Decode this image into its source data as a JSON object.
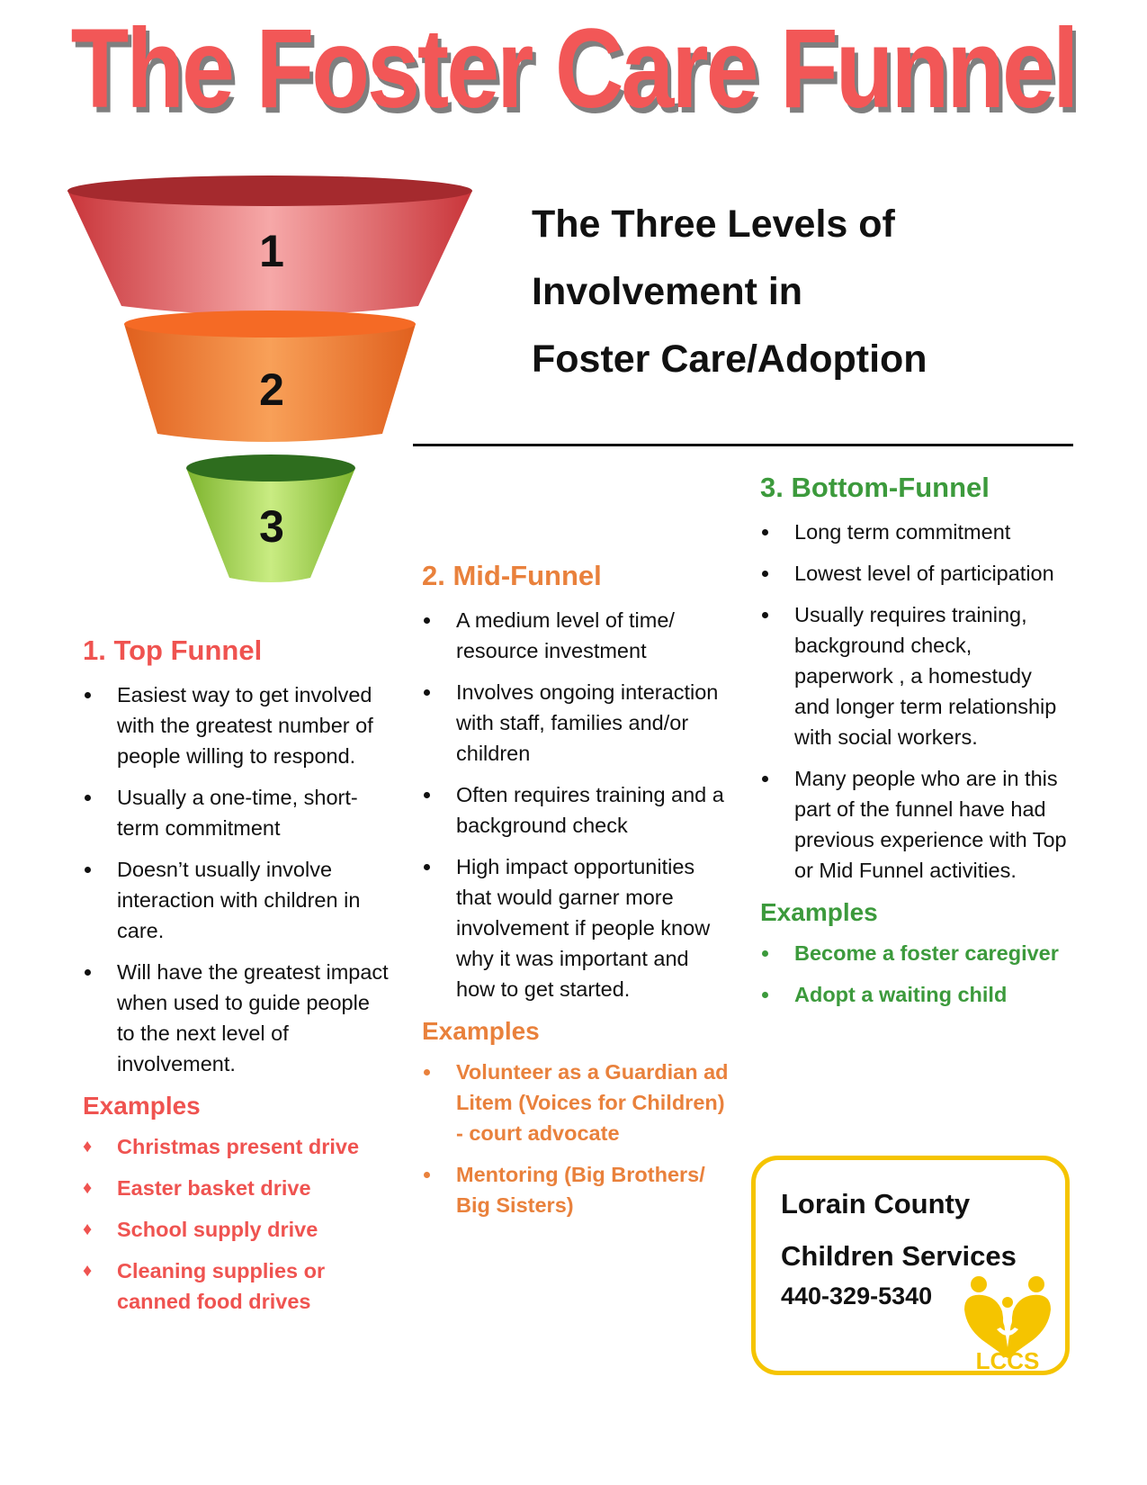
{
  "title": "The Foster Care Funnel",
  "subtitle": {
    "line1": "The Three Levels of",
    "line2": "Involvement in",
    "line3": "Foster Care/Adoption"
  },
  "funnel_levels": [
    "1",
    "2",
    "3"
  ],
  "colors": {
    "top": "#ef5350",
    "mid": "#e9813c",
    "bottom": "#3c9a3c",
    "logo": "#f5c400"
  },
  "top": {
    "heading": "1. Top Funnel",
    "bullets": [
      "Easiest way to get involved with the greatest number of people willing to respond.",
      "Usually a one-time, short-term commitment",
      "Doesn’t usually involve interaction with children in care.",
      "Will have the greatest impact when used to guide people to the next level of involvement."
    ],
    "examples_heading": "Examples",
    "examples": [
      "Christmas present drive",
      "Easter basket drive",
      "School supply drive",
      "Cleaning supplies or canned food drives"
    ]
  },
  "mid": {
    "heading": "2. Mid-Funnel",
    "bullets": [
      "A medium level of time/ resource investment",
      "Involves ongoing interaction with staff, families  and/or children",
      "Often requires training and a background check",
      "High impact opportunities that would garner more involvement if people know why it was important and how to get started."
    ],
    "examples_heading": "Examples",
    "examples": [
      "Volunteer as a Guardian ad Litem (Voices for Children) - court advocate",
      "Mentoring (Big Brothers/ Big Sisters)"
    ]
  },
  "bottom": {
    "heading": "3. Bottom-Funnel",
    "bullets": [
      "Long term commitment",
      "Lowest level of participation",
      "Usually requires  training, background check, paperwork , a homestudy and longer term relationship with social workers.",
      "Many people who are in this part of the funnel have had previous experience with Top or Mid Funnel activities."
    ],
    "examples_heading": "Examples",
    "examples": [
      "Become a foster caregiver",
      "Adopt a waiting child"
    ]
  },
  "contact": {
    "line1": "Lorain County",
    "line2": "Children Services",
    "phone": "440-329-5340",
    "logo_text": "LCCS"
  }
}
